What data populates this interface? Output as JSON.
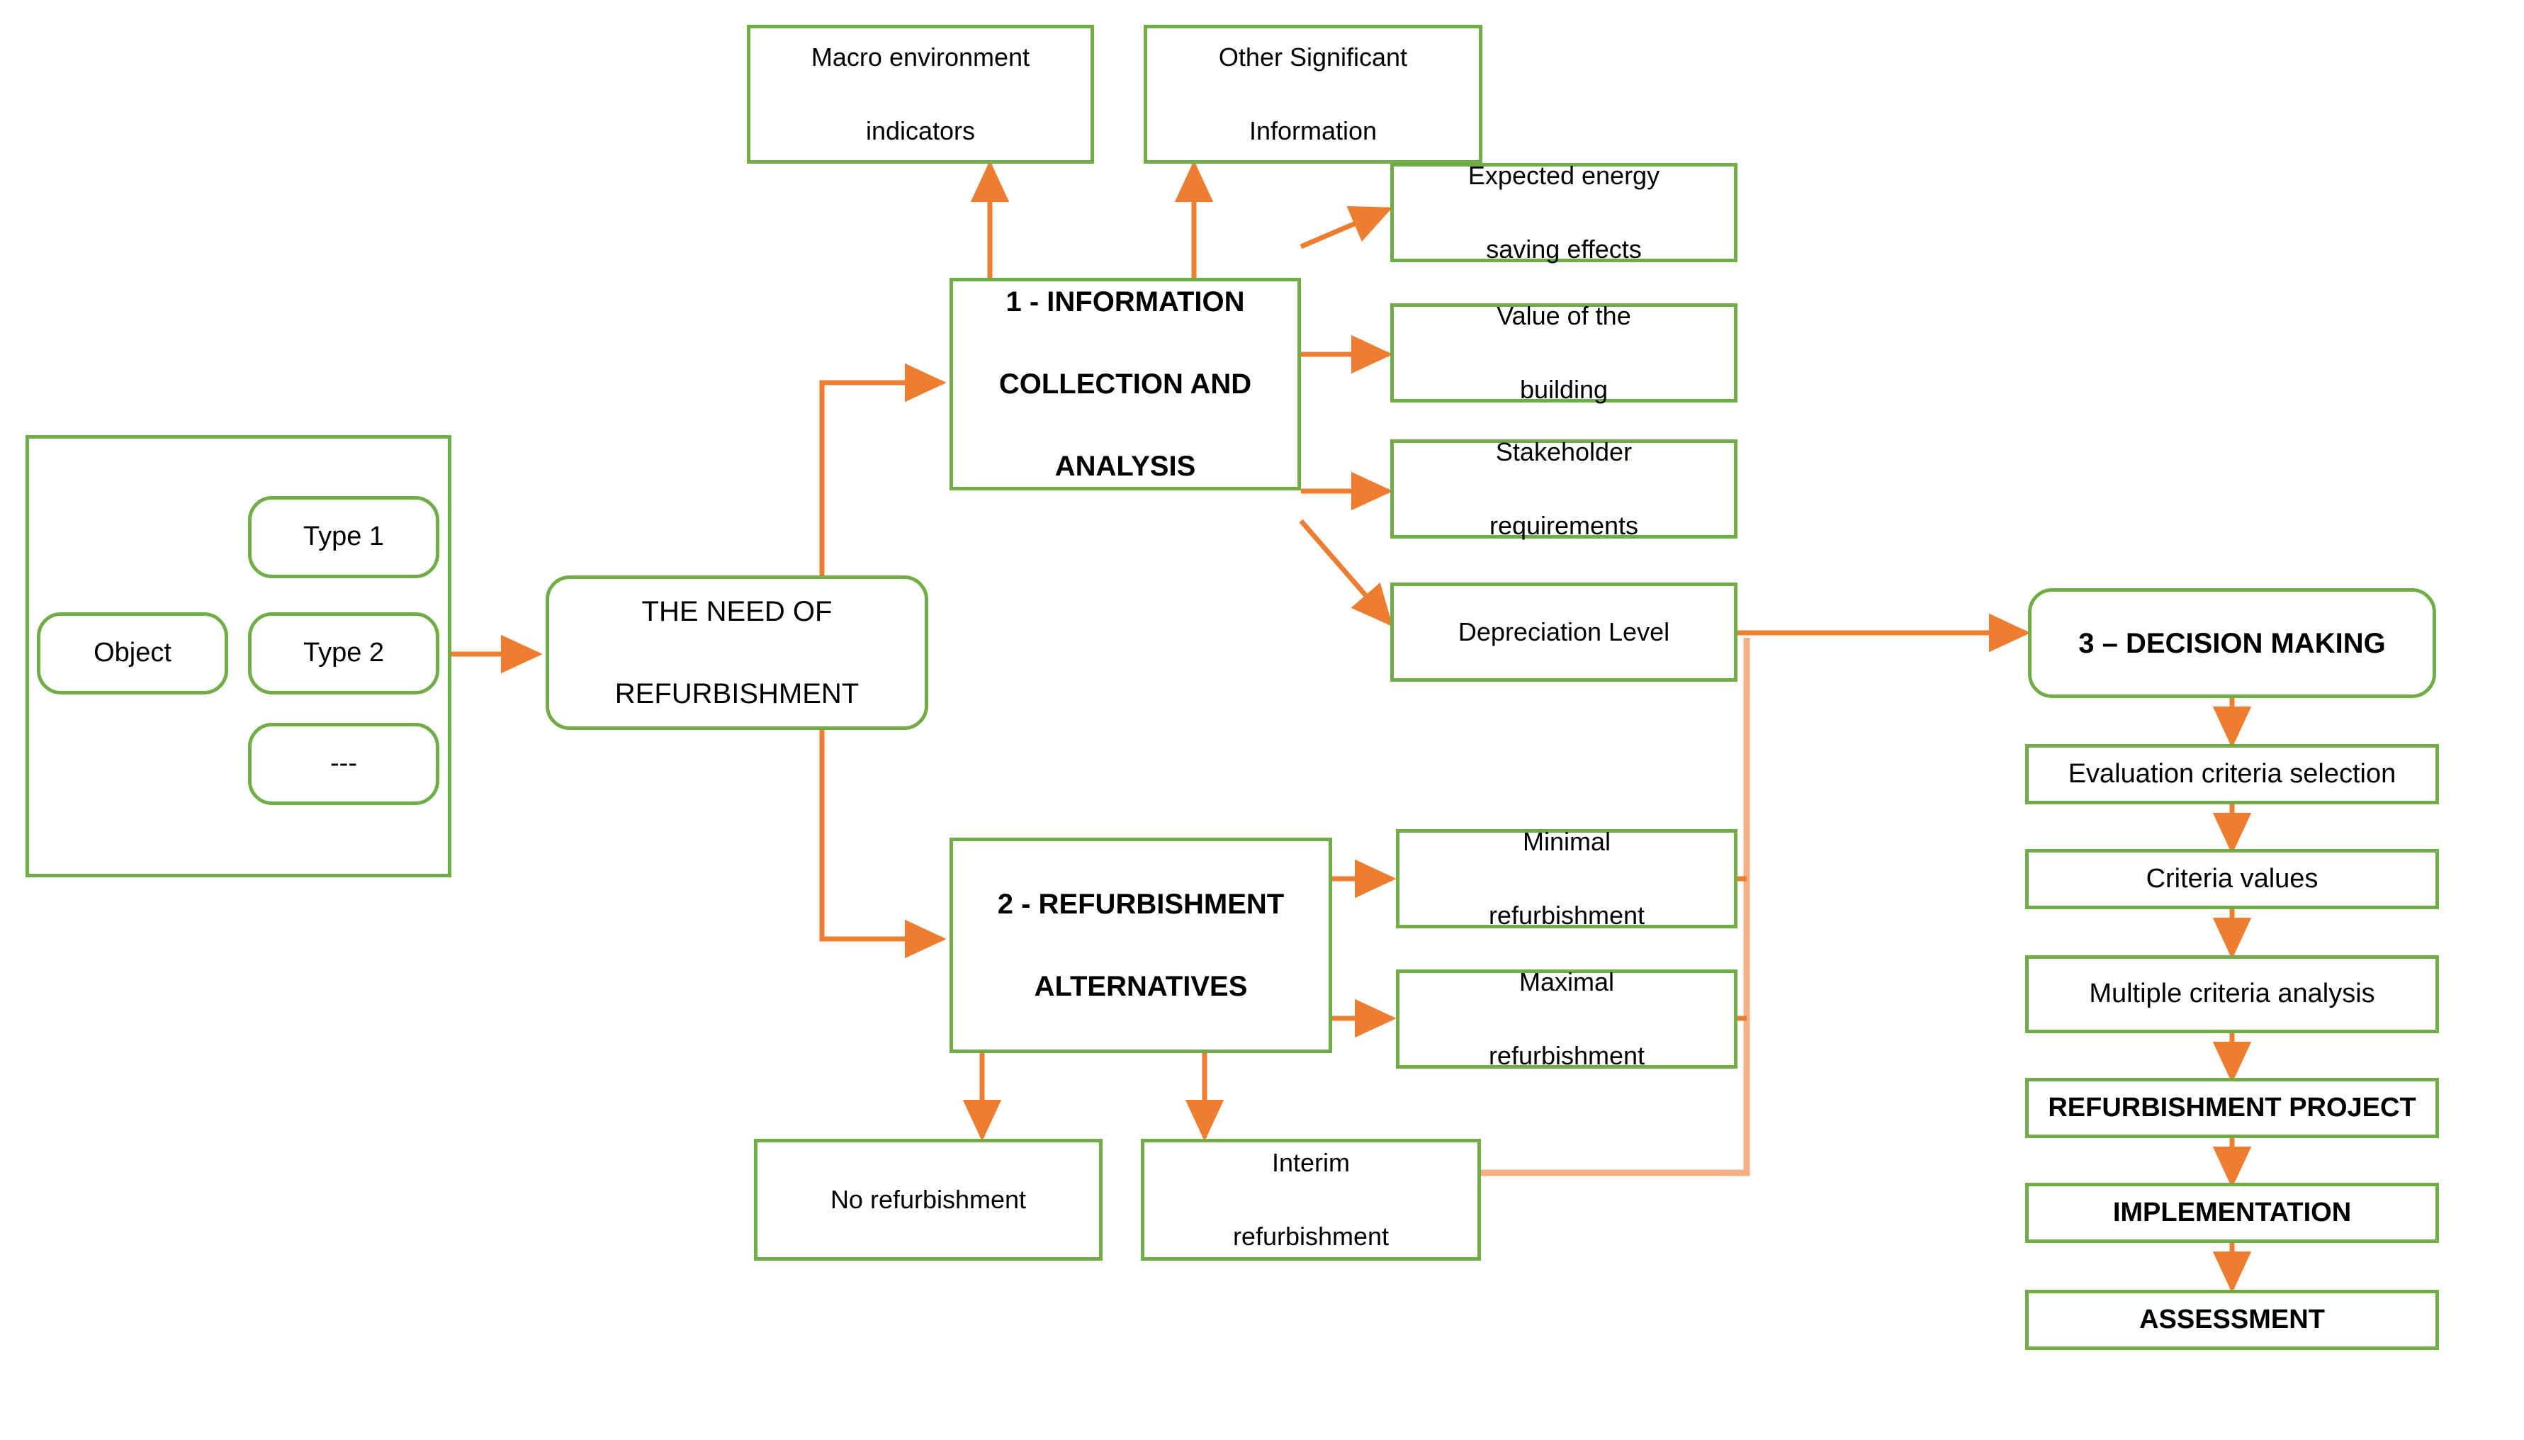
{
  "diagram": {
    "title": "Building refurbishment decision-making process flowchart",
    "colors": {
      "node_border_green": "#70AD47",
      "connector_orange": "#ED7D31",
      "connector_orange_light": "#F4AE84",
      "text_black": "#000000",
      "background": "#FFFFFF"
    },
    "nodes": {
      "object_group": {
        "label": ""
      },
      "object": {
        "label": "Object"
      },
      "type1": {
        "label": "Type 1"
      },
      "type2": {
        "label": "Type 2"
      },
      "type_more": {
        "label": "---"
      },
      "need_of_refurbishment": {
        "line1": "THE NEED OF",
        "line2": "REFURBISHMENT"
      },
      "macro_environment": {
        "line1": "Macro environment",
        "line2": "indicators"
      },
      "other_significant": {
        "line1": "Other Significant",
        "line2": "Information"
      },
      "stage1": {
        "line1": "1 - INFORMATION",
        "line2": "COLLECTION AND",
        "line3": "ANALYSIS"
      },
      "expected_energy": {
        "line1": "Expected energy",
        "line2": "saving effects"
      },
      "value_building": {
        "line1": "Value of the",
        "line2": "building"
      },
      "stakeholder_req": {
        "line1": "Stakeholder",
        "line2": "requirements"
      },
      "depreciation_level": {
        "label": "Depreciation Level"
      },
      "stage2": {
        "line1": "2 - REFURBISHMENT",
        "line2": "ALTERNATIVES"
      },
      "minimal_refurbishment": {
        "line1": "Minimal",
        "line2": "refurbishment"
      },
      "maximal_refurbishment": {
        "line1": "Maximal",
        "line2": "refurbishment"
      },
      "no_refurbishment": {
        "label": "No refurbishment"
      },
      "interim_refurbishment": {
        "line1": "Interim",
        "line2": "refurbishment"
      },
      "stage3": {
        "label": "3 – DECISION MAKING"
      },
      "evaluation_criteria": {
        "label": "Evaluation criteria selection"
      },
      "criteria_values": {
        "label": "Criteria values"
      },
      "multiple_criteria": {
        "label": "Multiple criteria analysis"
      },
      "refurbishment_project": {
        "label": "REFURBISHMENT PROJECT"
      },
      "implementation": {
        "label": "IMPLEMENTATION"
      },
      "assessment": {
        "label": "ASSESSMENT"
      }
    }
  }
}
